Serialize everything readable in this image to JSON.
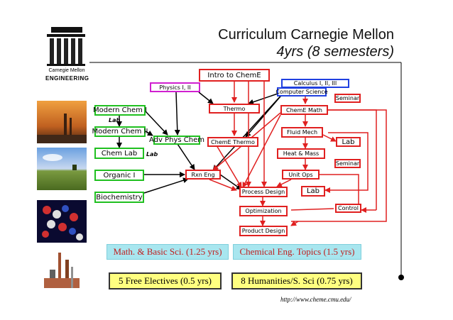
{
  "title": {
    "line1": "Curriculum Carnegie Mellon",
    "line2": "4yrs (8 semesters)"
  },
  "logo": {
    "line1": "Carnegie Mellon",
    "line2": "ENGINEERING"
  },
  "courses": {
    "intro_chemE": "Intro to ChemE",
    "physics": "Physics I, II",
    "calculus": "Calculus I, II, III",
    "computer_science": "Computer Science",
    "seminar1": "Seminar",
    "modern_chem_1": "Modern Chem I",
    "thermo": "Thermo",
    "chemE_math": "ChemE Math",
    "modern_chem_2": "Modern Chem II",
    "adv_phys_chem": "Adv Phys Chem",
    "chemE_thermo": "ChemE Thermo",
    "fluid_mech": "Fluid Mech",
    "lab_right": "Lab",
    "chem_lab": "Chem Lab",
    "heat_mass": "Heat & Mass",
    "seminar2": "Seminar",
    "organic_1": "Organic I",
    "rxn_eng": "Rxn Eng",
    "unit_ops": "Unit Ops",
    "biochemistry": "Biochemistry",
    "process_design": "Process Design",
    "lab_mid": "Lab",
    "control": "Control",
    "optimization": "Optimization",
    "product_design": "Product Design"
  },
  "lab_labels": {
    "lab1": "Lab",
    "lab2": "Lab"
  },
  "summary": {
    "math_basic": "Math. & Basic Sci. (1.25 yrs)",
    "chem_eng_topics": "Chemical Eng. Topics (1.5 yrs)",
    "free_electives": "5 Free Electives (0.5 yrs)",
    "humanities": "8 Humanities/S. Sci (0.75 yrs)"
  },
  "url": "http://www.cheme.cmu.edu/",
  "colors": {
    "red": "#e02020",
    "green": "#20c020",
    "magenta": "#d020d0",
    "blue": "#2040e0",
    "cyan_box": "#a8e6ef",
    "yellow_box": "#ffff80"
  }
}
